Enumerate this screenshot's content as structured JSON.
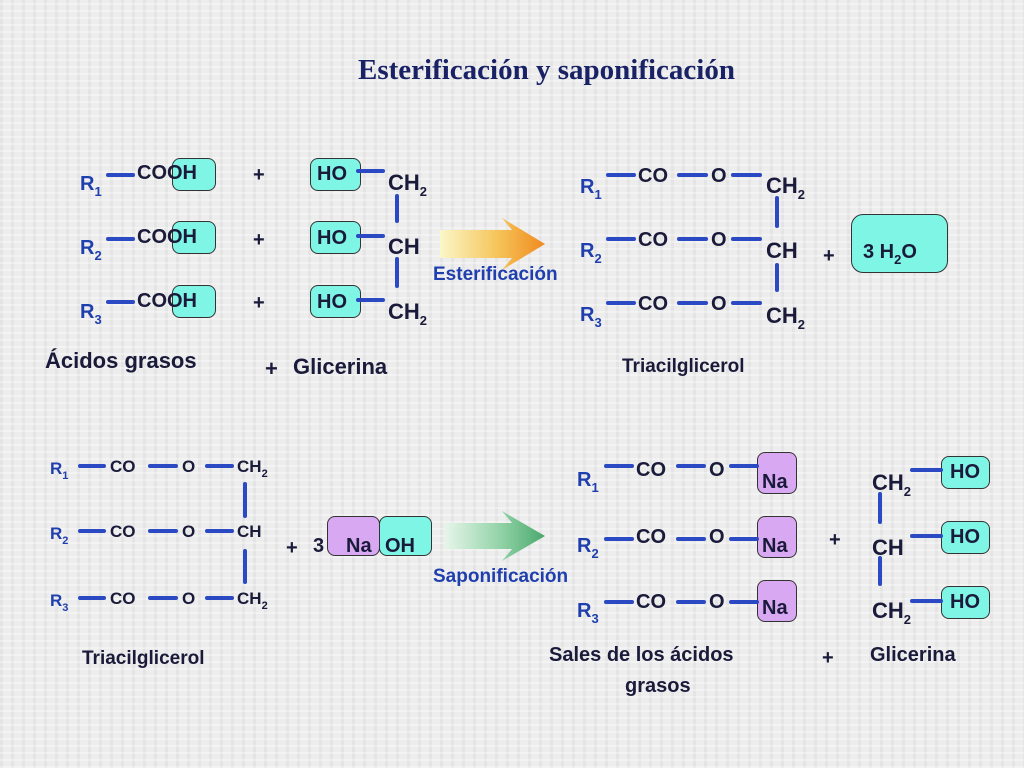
{
  "title": "Esterificación y saponificación",
  "esterification": {
    "acids": [
      {
        "r": "R",
        "sub": "1",
        "co": "CO",
        "oh": "OH"
      },
      {
        "r": "R",
        "sub": "2",
        "co": "CO",
        "oh": "OH"
      },
      {
        "r": "R",
        "sub": "3",
        "co": "CO",
        "oh": "OH"
      }
    ],
    "plus": "+",
    "glycerol": {
      "ho": "HO",
      "ch2": "CH",
      "ch2_sub": "2",
      "ch": "CH"
    },
    "label_acids": "Ácidos grasos",
    "label_glycerol": "Glicerina",
    "arrow_label": "Esterificación",
    "product": {
      "rows": [
        {
          "r": "R",
          "sub": "1",
          "co": "CO",
          "o": "O"
        },
        {
          "r": "R",
          "sub": "2",
          "co": "CO",
          "o": "O"
        },
        {
          "r": "R",
          "sub": "3",
          "co": "CO",
          "o": "O"
        }
      ],
      "label": "Triacilglicerol"
    },
    "water": {
      "coef": "3 H",
      "sub": "2",
      "o": "O"
    }
  },
  "saponification": {
    "reactant_rows": [
      {
        "r": "R",
        "sub": "1",
        "co": "CO",
        "o": "O",
        "c": "CH",
        "c_sub": "2"
      },
      {
        "r": "R",
        "sub": "2",
        "co": "CO",
        "o": "O",
        "c": "CH",
        "c_sub": ""
      },
      {
        "r": "R",
        "sub": "3",
        "co": "CO",
        "o": "O",
        "c": "CH",
        "c_sub": "2"
      }
    ],
    "reactant_label": "Triacilglicerol",
    "base": {
      "coef": "3",
      "na": "Na",
      "oh": "OH"
    },
    "arrow_label": "Saponificación",
    "salt_rows": [
      {
        "r": "R",
        "sub": "1",
        "co": "CO",
        "o": "O",
        "na": "Na"
      },
      {
        "r": "R",
        "sub": "2",
        "co": "CO",
        "o": "O",
        "na": "Na"
      },
      {
        "r": "R",
        "sub": "3",
        "co": "CO",
        "o": "O",
        "na": "Na"
      }
    ],
    "salt_label_1": "Sales de los ácidos",
    "salt_label_2": "grasos",
    "glycerol_label": "Glicerina",
    "glycerol": {
      "ho": "HO",
      "ch": "CH",
      "sub": "2"
    }
  }
}
